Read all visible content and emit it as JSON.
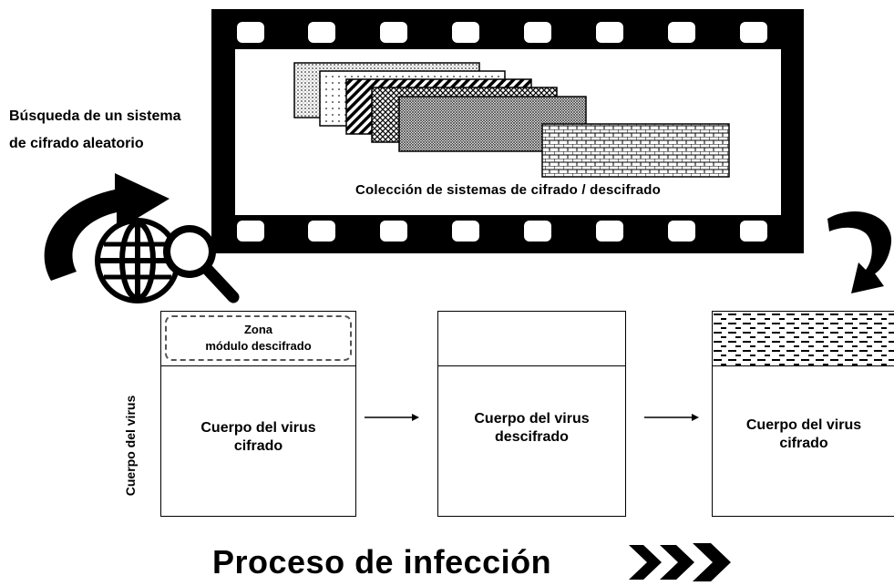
{
  "search_label": {
    "line1": "Búsqueda de un sistema",
    "line2": "de cifrado aleatorio"
  },
  "film": {
    "caption": "Colección de sistemas de cifrado / descifrado"
  },
  "virus_body_label": "Cuerpo del virus",
  "boxes": [
    {
      "zone_line1": "Zona",
      "zone_line2": "módulo descifrado",
      "body_line1": "Cuerpo del virus",
      "body_line2": "cifrado"
    },
    {
      "body_line1": "Cuerpo del virus",
      "body_line2": "descifrado"
    },
    {
      "body_line1": "Cuerpo del virus",
      "body_line2": "cifrado"
    }
  ],
  "process_title": "Proceso de infección",
  "icons": [
    "globe-icon",
    "magnifier-icon",
    "curved-arrow-icon",
    "chevron-arrows-icon"
  ]
}
